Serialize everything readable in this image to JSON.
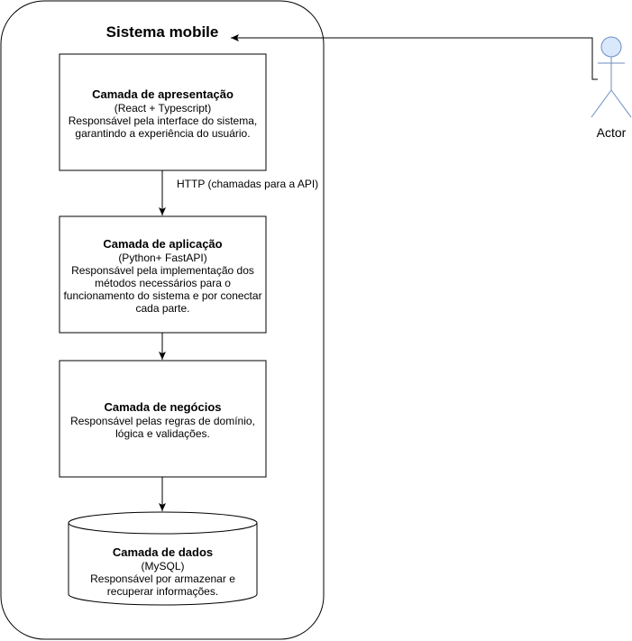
{
  "container": {
    "title": "Sistema mobile"
  },
  "layers": [
    {
      "title": "Camada de apresentação",
      "lines": [
        "(React + Typescript)",
        "Responsável pela interface do sistema,",
        "garantindo a experiência do usuário."
      ]
    },
    {
      "title": "Camada de aplicação",
      "lines": [
        "(Python+ FastAPI)",
        "Responsável pela implementação dos",
        "métodos necessários para o",
        "funcionamento do sistema e por conectar",
        "cada parte."
      ]
    },
    {
      "title": "Camada de negócios",
      "lines": [
        "Responsável pelas regras de domínio,",
        "lógica e validações."
      ]
    },
    {
      "title": "Camada de dados",
      "lines": [
        "(MySQL)",
        "Responsável por armazenar e",
        "recuperar informações."
      ]
    }
  ],
  "edges": {
    "http_label": "HTTP (chamadas para a API)"
  },
  "actor": {
    "label": "Actor"
  },
  "colors": {
    "stroke": "#000000",
    "actor_fill": "#dae8fc",
    "actor_stroke": "#6c8ebf"
  }
}
